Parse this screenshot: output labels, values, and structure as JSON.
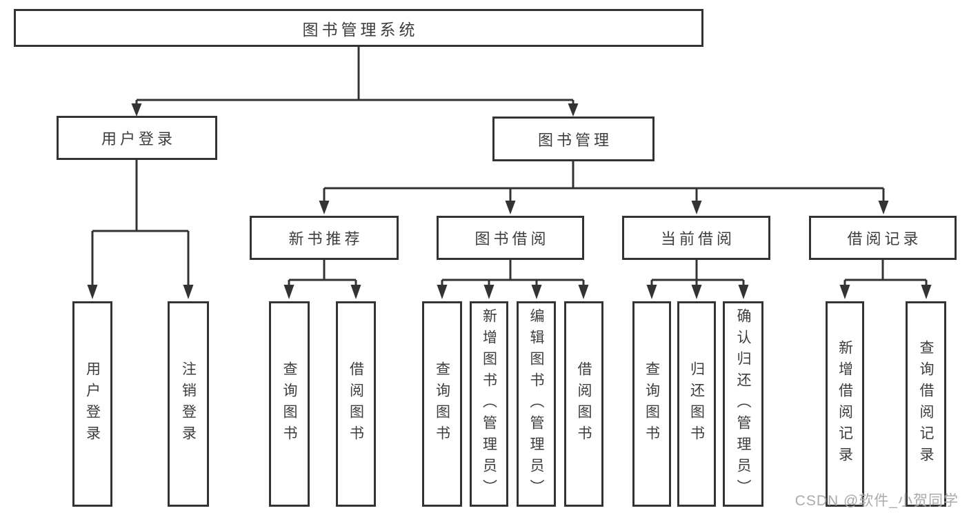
{
  "colors": {
    "line": "#333333",
    "text": "#3d3d3d",
    "watermark": "#aaaaaa",
    "background": "#ffffff"
  },
  "tree": {
    "label": "图书管理系统",
    "children": [
      {
        "label": "用户登录",
        "children": [
          {
            "label": "用户登录"
          },
          {
            "label": "注销登录"
          }
        ]
      },
      {
        "label": "图书管理",
        "children": [
          {
            "label": "新书推荐",
            "children": [
              {
                "label": "查询图书"
              },
              {
                "label": "借阅图书"
              }
            ]
          },
          {
            "label": "图书借阅",
            "children": [
              {
                "label": "查询图书"
              },
              {
                "label": "新增图书（管理员）"
              },
              {
                "label": "编辑图书（管理员）"
              },
              {
                "label": "借阅图书"
              }
            ]
          },
          {
            "label": "当前借阅",
            "children": [
              {
                "label": "查询图书"
              },
              {
                "label": "归还图书"
              },
              {
                "label": "确认归还（管理员）"
              }
            ]
          },
          {
            "label": "借阅记录",
            "children": [
              {
                "label": "新增借阅记录"
              },
              {
                "label": "查询借阅记录"
              }
            ]
          }
        ]
      }
    ]
  },
  "watermark": {
    "text": "CSDN @软件_小贺同学"
  }
}
